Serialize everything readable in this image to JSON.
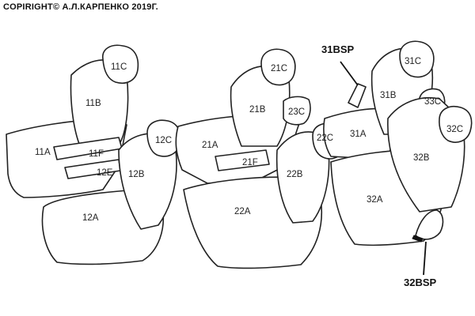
{
  "copyright": "COPIRIGHT© А.Л.КАРПЕНКО 2019Г.",
  "labels": {
    "11c": "11C",
    "11b": "11B",
    "11a": "11A",
    "11f": "11F",
    "12e": "12E",
    "12c": "12C",
    "12b": "12B",
    "12a": "12A",
    "21c": "21C",
    "21b": "21B",
    "23c": "23C",
    "21a": "21A",
    "21f": "21F",
    "22c": "22C",
    "22b": "22B",
    "22a": "22A",
    "31c": "31C",
    "31b": "31B",
    "33c": "33C",
    "31a": "31A",
    "32c": "32C",
    "32b": "32B",
    "32a": "32A",
    "31bsp": "31BSP",
    "32bsp": "32BSP"
  },
  "colors": {
    "line": "#222222",
    "background": "#ffffff",
    "accent": "#111111"
  }
}
